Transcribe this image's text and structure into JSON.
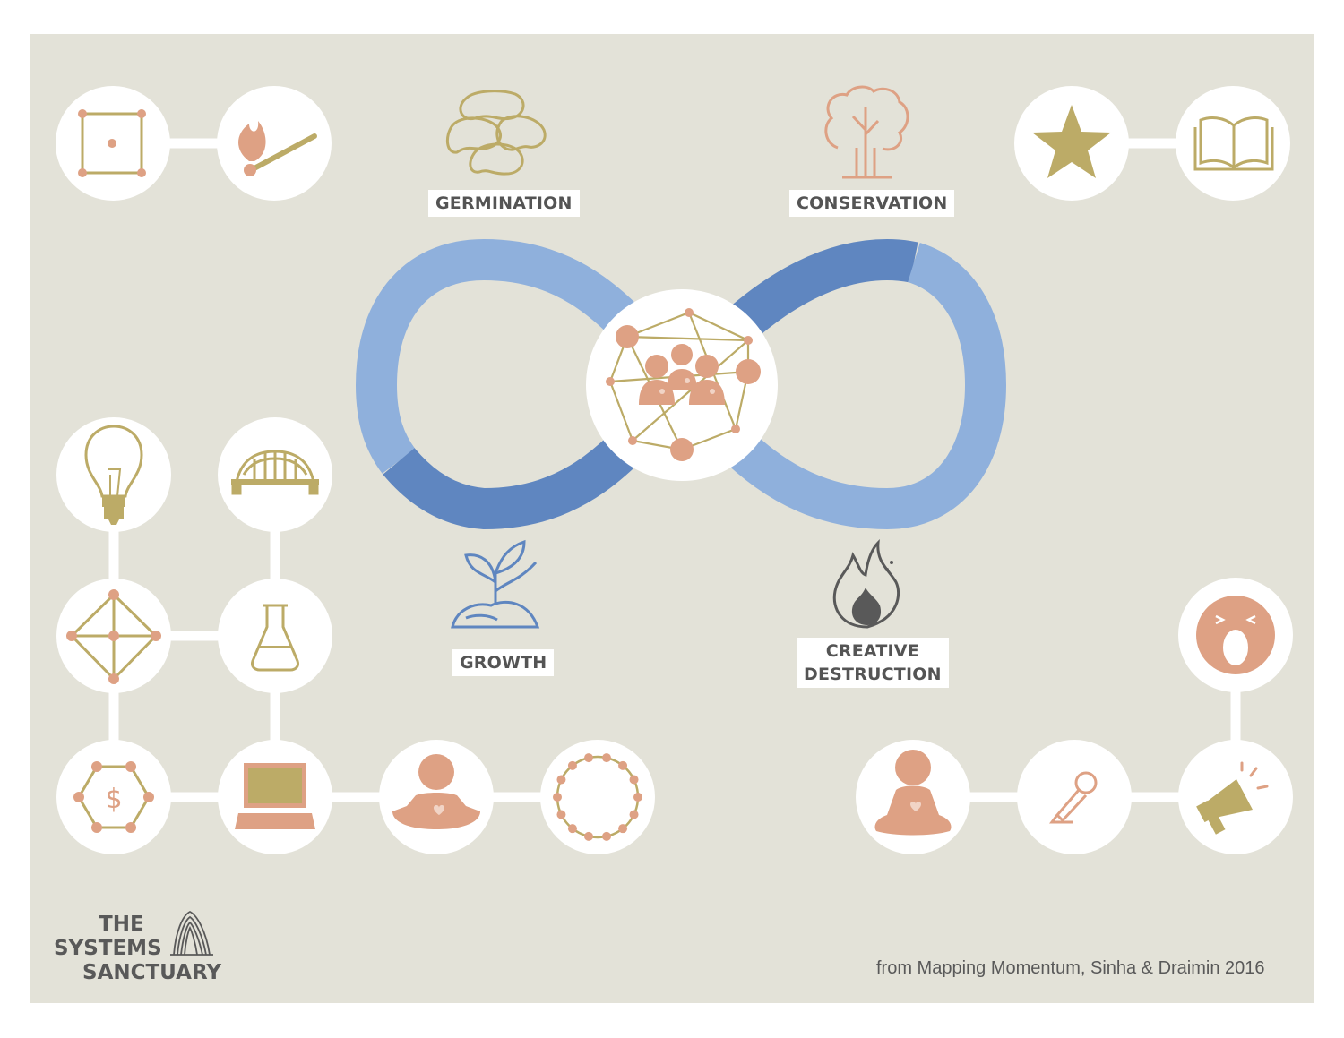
{
  "phases": {
    "germination": "GERMINATION",
    "conservation": "CONSERVATION",
    "growth": "GROWTH",
    "creative_destruction_line1": "CREATIVE",
    "creative_destruction_line2": "DESTRUCTION"
  },
  "brand": {
    "line1": "THE",
    "line2": "SYSTEMS",
    "line3": "SANCTUARY"
  },
  "credit": "from Mapping Momentum, Sinha & Draimin 2016",
  "colors": {
    "background": "#e3e2d8",
    "loop_light": "#8fb0dc",
    "loop_dark": "#5f86c0",
    "salmon": "#dea184",
    "gold": "#bcab67",
    "text_gray": "#545454"
  },
  "icons": [
    "square-network-icon",
    "match-icon",
    "star-icon",
    "book-icon",
    "beans-icon",
    "tree-icon",
    "sprout-icon",
    "flame-icon",
    "lightbulb-icon",
    "bridge-icon",
    "diamond-network-icon",
    "flask-icon",
    "money-hexagon-icon",
    "laptop-icon",
    "person-icon",
    "circle-network-icon",
    "shouting-face-icon",
    "meditating-person-icon",
    "microphone-icon",
    "megaphone-icon",
    "community-network-icon",
    "sanctuary-logo-icon"
  ]
}
